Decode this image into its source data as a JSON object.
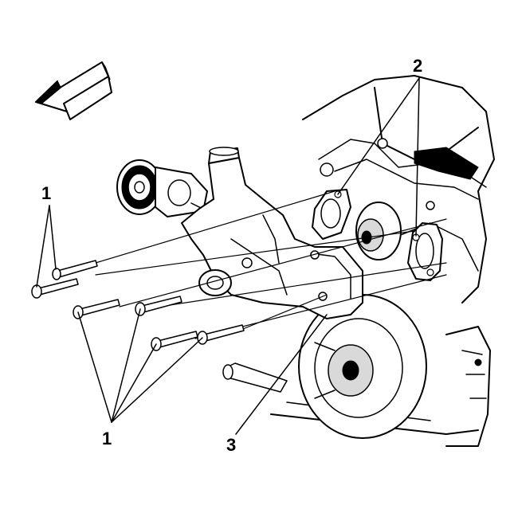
{
  "callouts": {
    "bolts_top": "1",
    "bolts_bottom": "1",
    "gaskets": "2",
    "pump": "3"
  },
  "icons": [
    "direction-arrow-icon"
  ],
  "colors": {
    "line": "#000000",
    "background": "#ffffff",
    "shade": "#d9d9d9"
  }
}
